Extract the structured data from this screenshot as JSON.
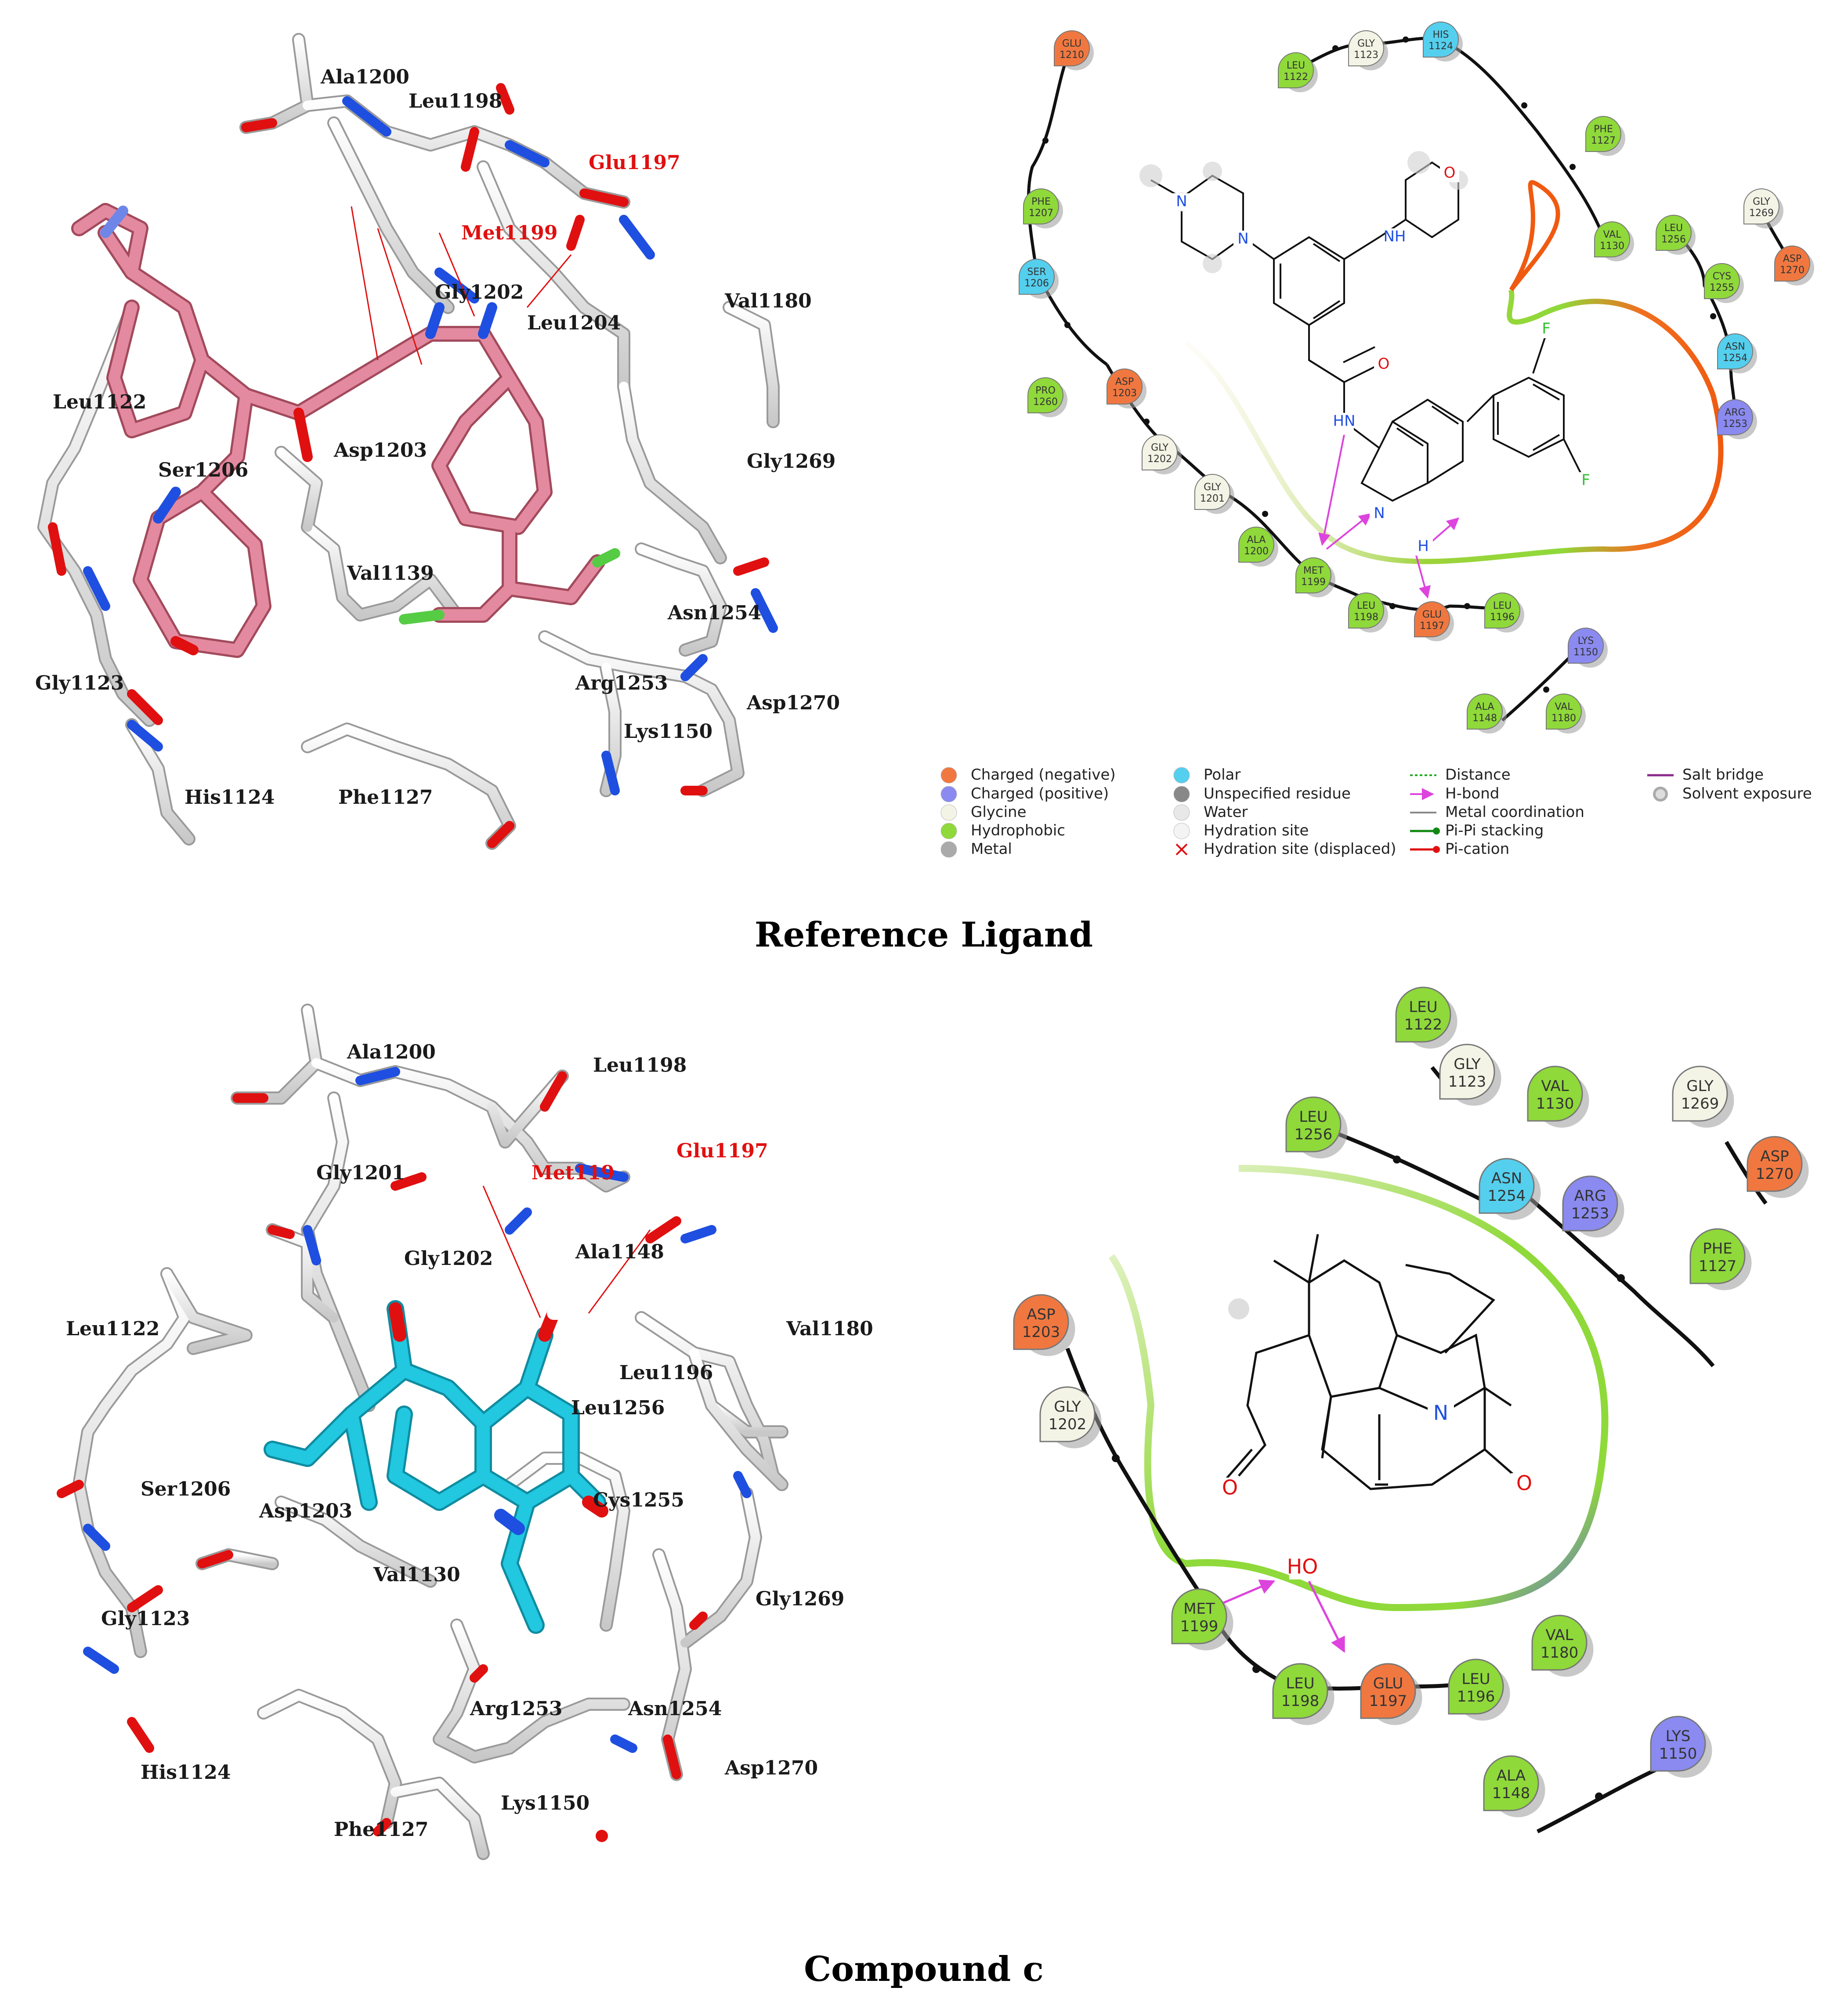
{
  "captions": {
    "top": "Reference Ligand",
    "bottom": "Compound c"
  },
  "colors": {
    "charged_negative": "#f07840",
    "charged_positive": "#8a8af0",
    "glycine": "#f4f4e6",
    "hydrophobic": "#8fd93a",
    "metal": "#aaaaaa",
    "polar": "#55cfee",
    "hbond": "#dd44dd",
    "ligand_ref": "#d86f86",
    "ligand_c": "#22c7e0",
    "nitrogen": "#1f4fe0",
    "oxygen": "#e01010",
    "fluorine": "#55cc44"
  },
  "panel_3d_ref": {
    "labels": [
      {
        "id": "ala1200",
        "text": "Ala1200",
        "red": false
      },
      {
        "id": "leu1198",
        "text": "Leu1198",
        "red": false
      },
      {
        "id": "glu1197",
        "text": "Glu1197",
        "red": true
      },
      {
        "id": "met1199",
        "text": "Met1199",
        "red": true
      },
      {
        "id": "gly1202",
        "text": "Gly1202",
        "red": false
      },
      {
        "id": "leu1204",
        "text": "Leu1204",
        "red": false
      },
      {
        "id": "val1180",
        "text": "Val1180",
        "red": false
      },
      {
        "id": "leu1122",
        "text": "Leu1122",
        "red": false
      },
      {
        "id": "ser1206",
        "text": "Ser1206",
        "red": false
      },
      {
        "id": "asp1203",
        "text": "Asp1203",
        "red": false
      },
      {
        "id": "gly1269",
        "text": "Gly1269",
        "red": false
      },
      {
        "id": "val1139",
        "text": "Val1139",
        "red": false
      },
      {
        "id": "asn1254",
        "text": "Asn1254",
        "red": false
      },
      {
        "id": "gly1123",
        "text": "Gly1123",
        "red": false
      },
      {
        "id": "arg1253",
        "text": "Arg1253",
        "red": false
      },
      {
        "id": "asp1270",
        "text": "Asp1270",
        "red": false
      },
      {
        "id": "lys1150",
        "text": "Lys1150",
        "red": false
      },
      {
        "id": "his1124",
        "text": "His1124",
        "red": false
      },
      {
        "id": "phe1127",
        "text": "Phe1127",
        "red": false
      }
    ]
  },
  "panel_3d_c": {
    "labels": [
      {
        "id": "ala1200",
        "text": "Ala1200",
        "red": false
      },
      {
        "id": "leu1198",
        "text": "Leu1198",
        "red": false
      },
      {
        "id": "glu1197",
        "text": "Glu1197",
        "red": true
      },
      {
        "id": "gly1201",
        "text": "Gly1201",
        "red": false
      },
      {
        "id": "met119",
        "text": "Met119",
        "red": true
      },
      {
        "id": "gly1202",
        "text": "Gly1202",
        "red": false
      },
      {
        "id": "ala1148",
        "text": "Ala1148",
        "red": false
      },
      {
        "id": "leu1122",
        "text": "Leu1122",
        "red": false
      },
      {
        "id": "val1180",
        "text": "Val1180",
        "red": false
      },
      {
        "id": "leu1196",
        "text": "Leu1196",
        "red": false
      },
      {
        "id": "leu1256",
        "text": "Leu1256",
        "red": false
      },
      {
        "id": "ser1206",
        "text": "Ser1206",
        "red": false
      },
      {
        "id": "cys1255",
        "text": "Cys1255",
        "red": false
      },
      {
        "id": "asp1203",
        "text": "Asp1203",
        "red": false
      },
      {
        "id": "val1130",
        "text": "Val1130",
        "red": false
      },
      {
        "id": "gly1123",
        "text": "Gly1123",
        "red": false
      },
      {
        "id": "gly1269",
        "text": "Gly1269",
        "red": false
      },
      {
        "id": "arg1253",
        "text": "Arg1253",
        "red": false
      },
      {
        "id": "asn1254",
        "text": "Asn1254",
        "red": false
      },
      {
        "id": "asp1270",
        "text": "Asp1270",
        "red": false
      },
      {
        "id": "his1124",
        "text": "His1124",
        "red": false
      },
      {
        "id": "lys1150",
        "text": "Lys1150",
        "red": false
      },
      {
        "id": "phe1127",
        "text": "Phe1127",
        "red": false
      }
    ]
  },
  "panel_2d_ref": {
    "residues": [
      {
        "id": "glu1210",
        "name": "GLU",
        "num": "1210",
        "type": "charged_negative"
      },
      {
        "id": "leu1122",
        "name": "LEU",
        "num": "1122",
        "type": "hydrophobic"
      },
      {
        "id": "gly1123",
        "name": "GLY",
        "num": "1123",
        "type": "glycine"
      },
      {
        "id": "his1124",
        "name": "HIS",
        "num": "1124",
        "type": "polar"
      },
      {
        "id": "phe1127",
        "name": "PHE",
        "num": "1127",
        "type": "hydrophobic"
      },
      {
        "id": "phe1207",
        "name": "PHE",
        "num": "1207",
        "type": "hydrophobic"
      },
      {
        "id": "ser1206",
        "name": "SER",
        "num": "1206",
        "type": "polar"
      },
      {
        "id": "val1130",
        "name": "VAL",
        "num": "1130",
        "type": "hydrophobic"
      },
      {
        "id": "leu1256",
        "name": "LEU",
        "num": "1256",
        "type": "hydrophobic"
      },
      {
        "id": "gly1269",
        "name": "GLY",
        "num": "1269",
        "type": "glycine"
      },
      {
        "id": "asp1270",
        "name": "ASP",
        "num": "1270",
        "type": "charged_negative"
      },
      {
        "id": "cys1255",
        "name": "CYS",
        "num": "1255",
        "type": "hydrophobic"
      },
      {
        "id": "asn1254",
        "name": "ASN",
        "num": "1254",
        "type": "polar"
      },
      {
        "id": "arg1253",
        "name": "ARG",
        "num": "1253",
        "type": "charged_positive"
      },
      {
        "id": "pro1260",
        "name": "PRO",
        "num": "1260",
        "type": "hydrophobic"
      },
      {
        "id": "asp1203",
        "name": "ASP",
        "num": "1203",
        "type": "charged_negative"
      },
      {
        "id": "gly1202",
        "name": "GLY",
        "num": "1202",
        "type": "glycine"
      },
      {
        "id": "gly1201",
        "name": "GLY",
        "num": "1201",
        "type": "glycine"
      },
      {
        "id": "ala1200",
        "name": "ALA",
        "num": "1200",
        "type": "hydrophobic"
      },
      {
        "id": "met1199",
        "name": "MET",
        "num": "1199",
        "type": "hydrophobic"
      },
      {
        "id": "leu1198",
        "name": "LEU",
        "num": "1198",
        "type": "hydrophobic"
      },
      {
        "id": "glu1197",
        "name": "GLU",
        "num": "1197",
        "type": "charged_negative"
      },
      {
        "id": "leu1196",
        "name": "LEU",
        "num": "1196",
        "type": "hydrophobic"
      },
      {
        "id": "lys1150",
        "name": "LYS",
        "num": "1150",
        "type": "charged_positive"
      },
      {
        "id": "ala1148",
        "name": "ALA",
        "num": "1148",
        "type": "hydrophobic"
      },
      {
        "id": "val1180",
        "name": "VAL",
        "num": "1180",
        "type": "hydrophobic"
      }
    ],
    "atoms": {
      "o": "O",
      "n1": "N",
      "n2": "N",
      "nh": "NH",
      "hn": "HN",
      "nh2": "N",
      "h": "H",
      "f1": "F",
      "f2": "F",
      "o2": "O"
    }
  },
  "legend": {
    "items": [
      {
        "id": "charged_negative",
        "label": "Charged (negative)"
      },
      {
        "id": "charged_positive",
        "label": "Charged (positive)"
      },
      {
        "id": "glycine",
        "label": "Glycine"
      },
      {
        "id": "hydrophobic",
        "label": "Hydrophobic"
      },
      {
        "id": "metal",
        "label": "Metal"
      },
      {
        "id": "polar",
        "label": "Polar"
      },
      {
        "id": "unspecified",
        "label": "Unspecified residue"
      },
      {
        "id": "water",
        "label": "Water"
      },
      {
        "id": "hydration",
        "label": "Hydration site"
      },
      {
        "id": "hydration_displaced",
        "label": "Hydration site (displaced)"
      },
      {
        "id": "distance",
        "label": "Distance"
      },
      {
        "id": "hbond",
        "label": "H-bond"
      },
      {
        "id": "metal_coord",
        "label": "Metal coordination"
      },
      {
        "id": "pipi",
        "label": "Pi-Pi stacking"
      },
      {
        "id": "pication",
        "label": "Pi-cation"
      },
      {
        "id": "saltbridge",
        "label": "Salt bridge"
      },
      {
        "id": "solvent",
        "label": "Solvent exposure"
      }
    ]
  },
  "panel_2d_c": {
    "residues": [
      {
        "id": "leu1122",
        "name": "LEU",
        "num": "1122",
        "type": "hydrophobic"
      },
      {
        "id": "gly1123",
        "name": "GLY",
        "num": "1123",
        "type": "glycine"
      },
      {
        "id": "val1130",
        "name": "VAL",
        "num": "1130",
        "type": "hydrophobic"
      },
      {
        "id": "gly1269",
        "name": "GLY",
        "num": "1269",
        "type": "glycine"
      },
      {
        "id": "leu1256",
        "name": "LEU",
        "num": "1256",
        "type": "hydrophobic"
      },
      {
        "id": "asn1254",
        "name": "ASN",
        "num": "1254",
        "type": "polar"
      },
      {
        "id": "arg1253",
        "name": "ARG",
        "num": "1253",
        "type": "charged_positive"
      },
      {
        "id": "asp1270",
        "name": "ASP",
        "num": "1270",
        "type": "charged_negative"
      },
      {
        "id": "phe1127",
        "name": "PHE",
        "num": "1127",
        "type": "hydrophobic"
      },
      {
        "id": "asp1203",
        "name": "ASP",
        "num": "1203",
        "type": "charged_negative"
      },
      {
        "id": "gly1202",
        "name": "GLY",
        "num": "1202",
        "type": "glycine"
      },
      {
        "id": "met1199",
        "name": "MET",
        "num": "1199",
        "type": "hydrophobic"
      },
      {
        "id": "leu1198",
        "name": "LEU",
        "num": "1198",
        "type": "hydrophobic"
      },
      {
        "id": "glu1197",
        "name": "GLU",
        "num": "1197",
        "type": "charged_negative"
      },
      {
        "id": "leu1196",
        "name": "LEU",
        "num": "1196",
        "type": "hydrophobic"
      },
      {
        "id": "val1180",
        "name": "VAL",
        "num": "1180",
        "type": "hydrophobic"
      },
      {
        "id": "lys1150",
        "name": "LYS",
        "num": "1150",
        "type": "charged_positive"
      },
      {
        "id": "ala1148",
        "name": "ALA",
        "num": "1148",
        "type": "hydrophobic"
      }
    ],
    "atoms": {
      "n": "N",
      "o1": "O",
      "o2": "O",
      "ho": "HO"
    }
  }
}
